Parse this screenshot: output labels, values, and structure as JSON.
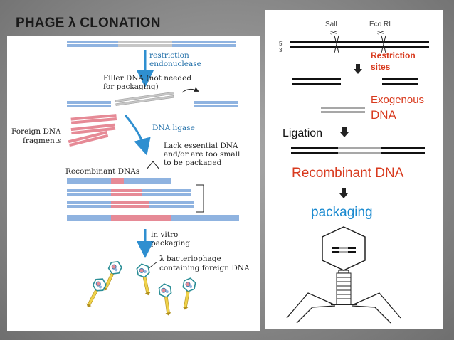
{
  "title": "PHAGE λ CLONATION",
  "left": {
    "restriction_line1": "restriction",
    "restriction_line2": "endonuclease",
    "filler_line1": "Filler DNA (not needed",
    "filler_line2": "for packaging)",
    "foreign_line1": "Foreign DNA",
    "foreign_line2": "fragments",
    "ligase": "DNA ligase",
    "lack_line1": "Lack essential DNA",
    "lack_line2": "and/or are too small",
    "lack_line3": "to be packaged",
    "recombinant": "Recombinant DNAs",
    "invitro_line1": "in vitro",
    "invitro_line2": "packaging",
    "phage_line1": "λ bacteriophage",
    "phage_line2": "containing foreign DNA"
  },
  "right": {
    "enzyme1": "Sall",
    "enzyme2": "Eco RI",
    "restriction_line1": "Restriction",
    "restriction_line2": "sites",
    "exogenous_line1": "Exogenous",
    "exogenous_line2": "DNA",
    "ligation": "Ligation",
    "recombinant": "Recombinant DNA",
    "packaging": "packaging",
    "end5": "5'",
    "end3": "3'"
  },
  "colors": {
    "blue_dna": "#8fb3e0",
    "red_dna": "#e68a96",
    "gray_dna": "#c6c6c6",
    "arrow_blue": "#2f8fd0",
    "label_blue": "#1f6ea8",
    "accent_red": "#d83a1e",
    "packaging_blue": "#1a8ad0"
  }
}
